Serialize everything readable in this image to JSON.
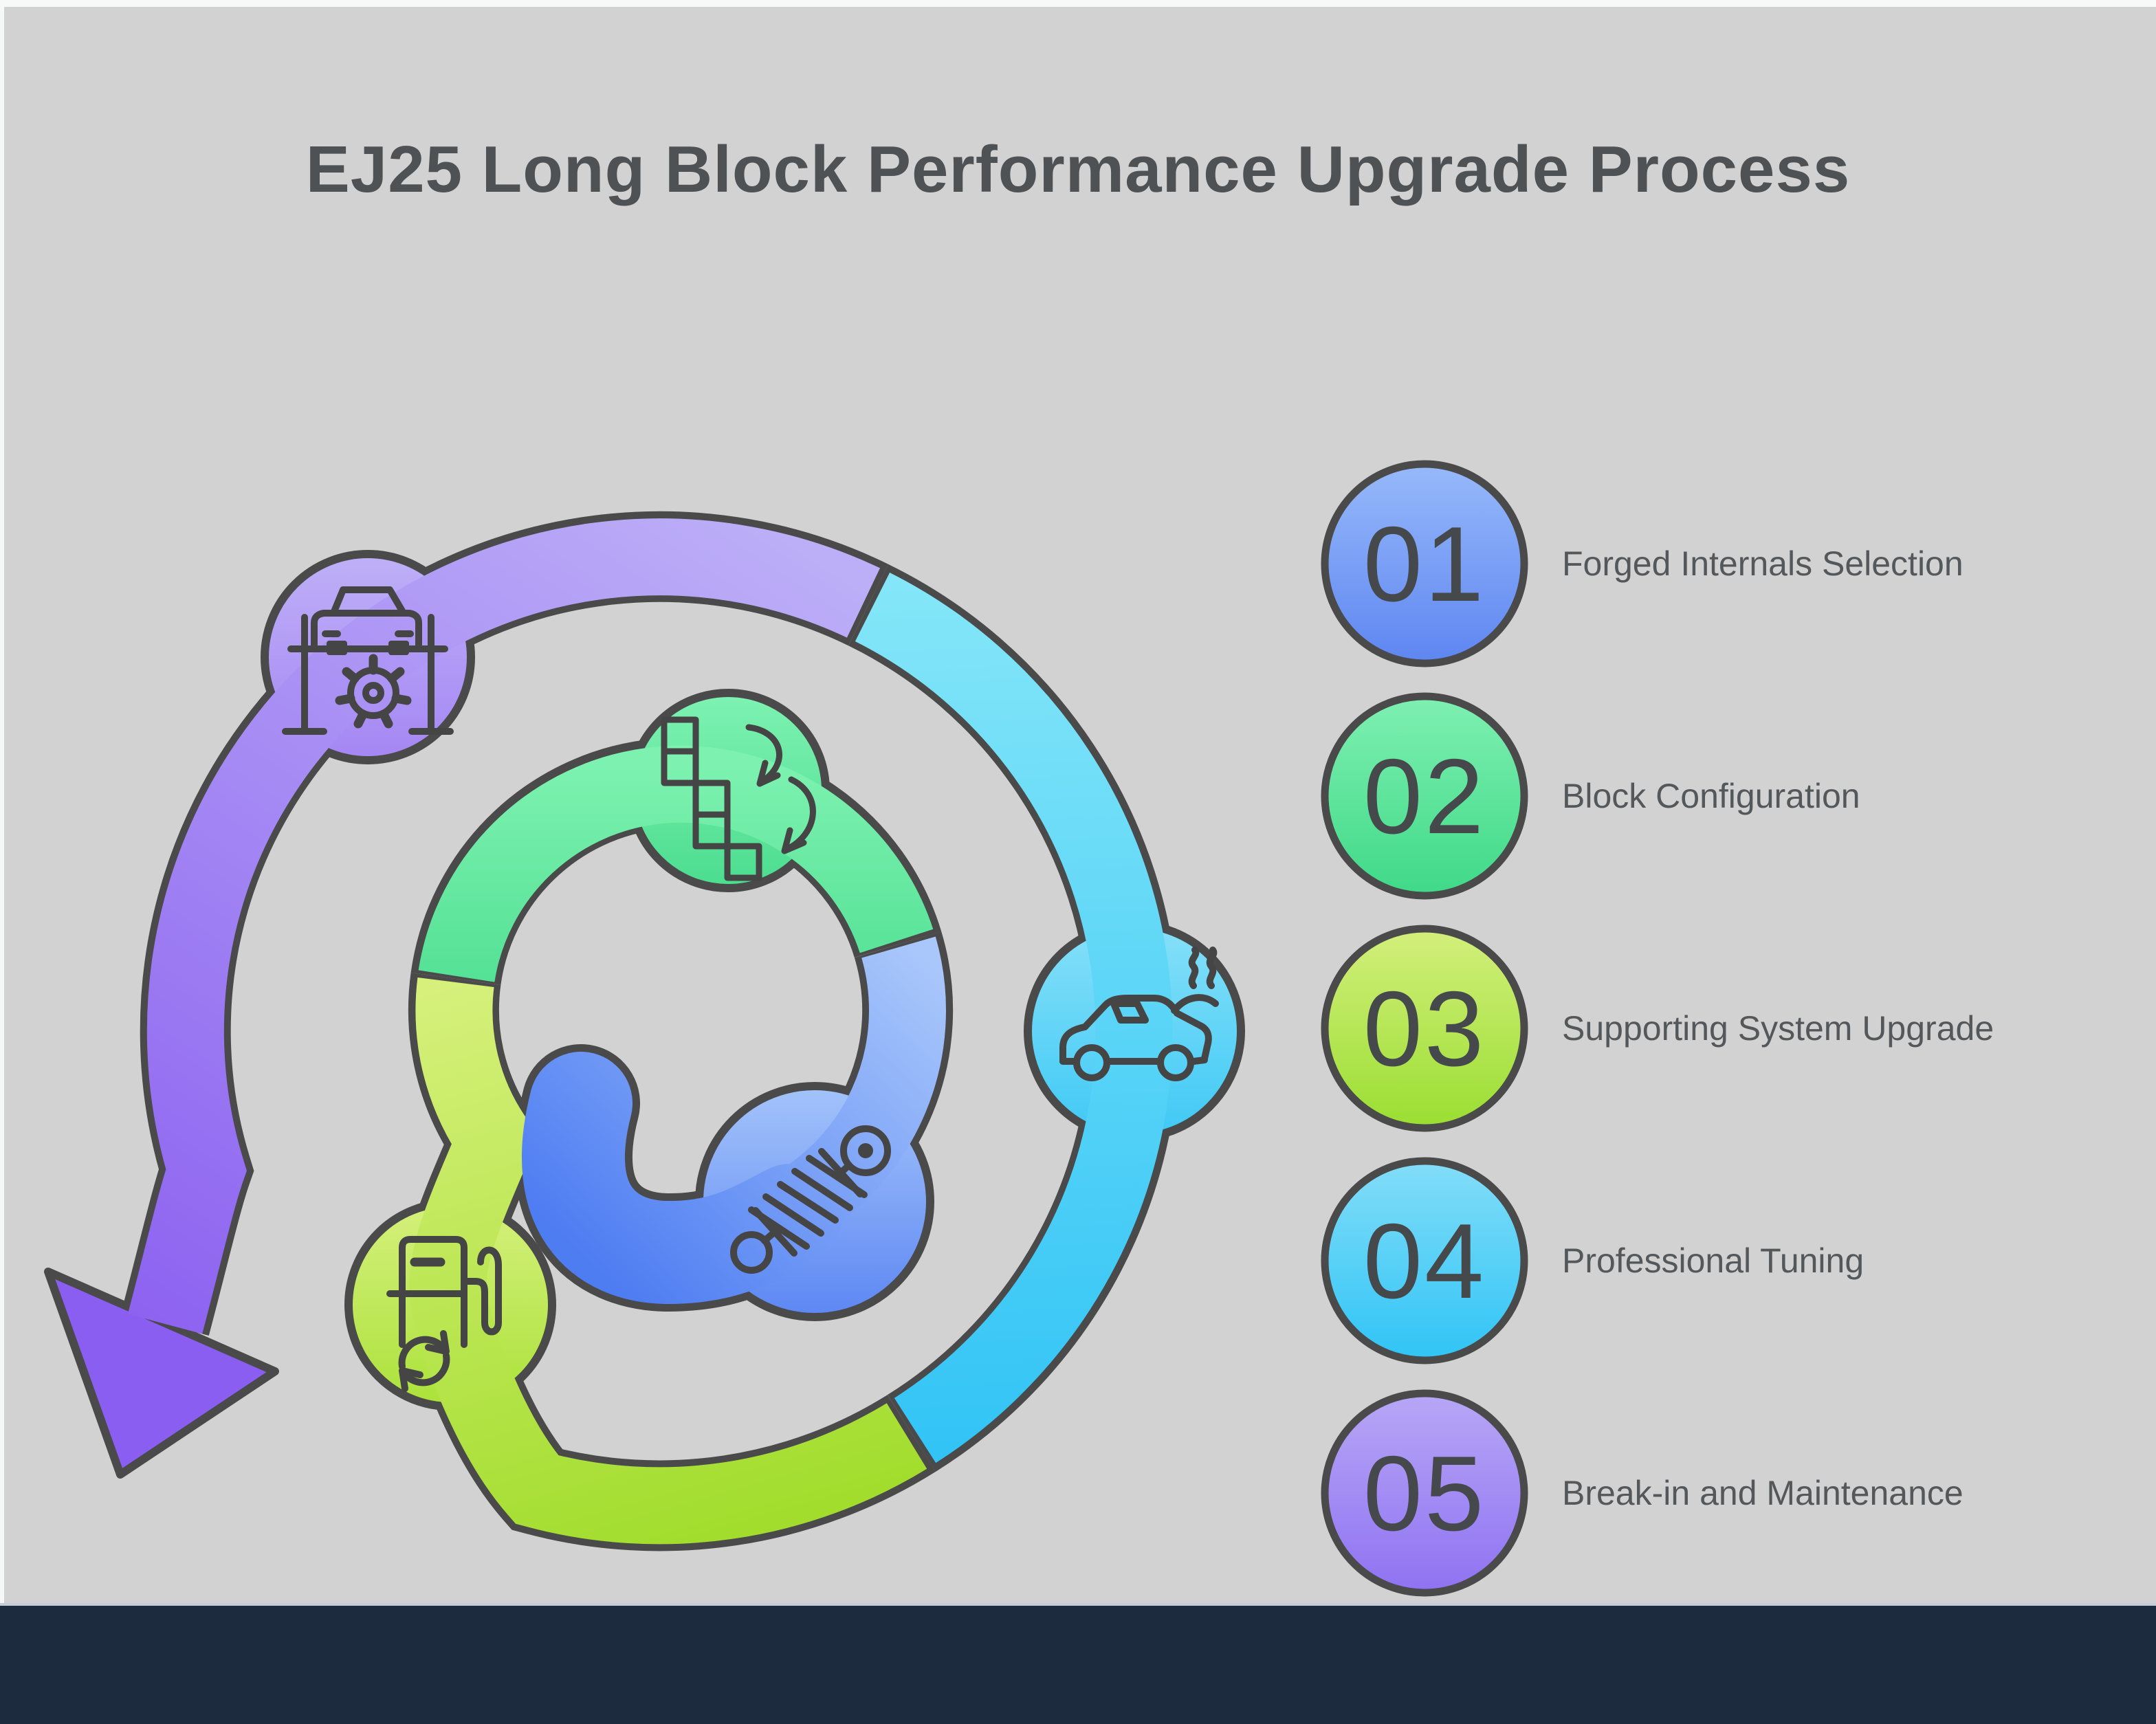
{
  "title": "EJ25 Long Block Performance Upgrade Process",
  "steps": [
    {
      "num": "01",
      "label": "Forged Internals Selection",
      "color": "#5e86f1"
    },
    {
      "num": "02",
      "label": "Block Configuration",
      "color": "#3fd988"
    },
    {
      "num": "03",
      "label": "Supporting System Upgrade",
      "color": "#9ade32"
    },
    {
      "num": "04",
      "label": "Professional Tuning",
      "color": "#2fc4f6"
    },
    {
      "num": "05",
      "label": "Break-in and Maintenance",
      "color": "#8f72f2"
    }
  ],
  "colors": {
    "background": "#d2d2d2",
    "frame": "#f7f8f8",
    "footer_bar": "#1c2b3d",
    "outline": "#4a4a4a",
    "purple_band": "#9b7bf3",
    "cyan_band": "#55d2f7",
    "green_band": "#5fe69d",
    "lime_band": "#bce84f",
    "blue_band": "#7aa2f7"
  }
}
